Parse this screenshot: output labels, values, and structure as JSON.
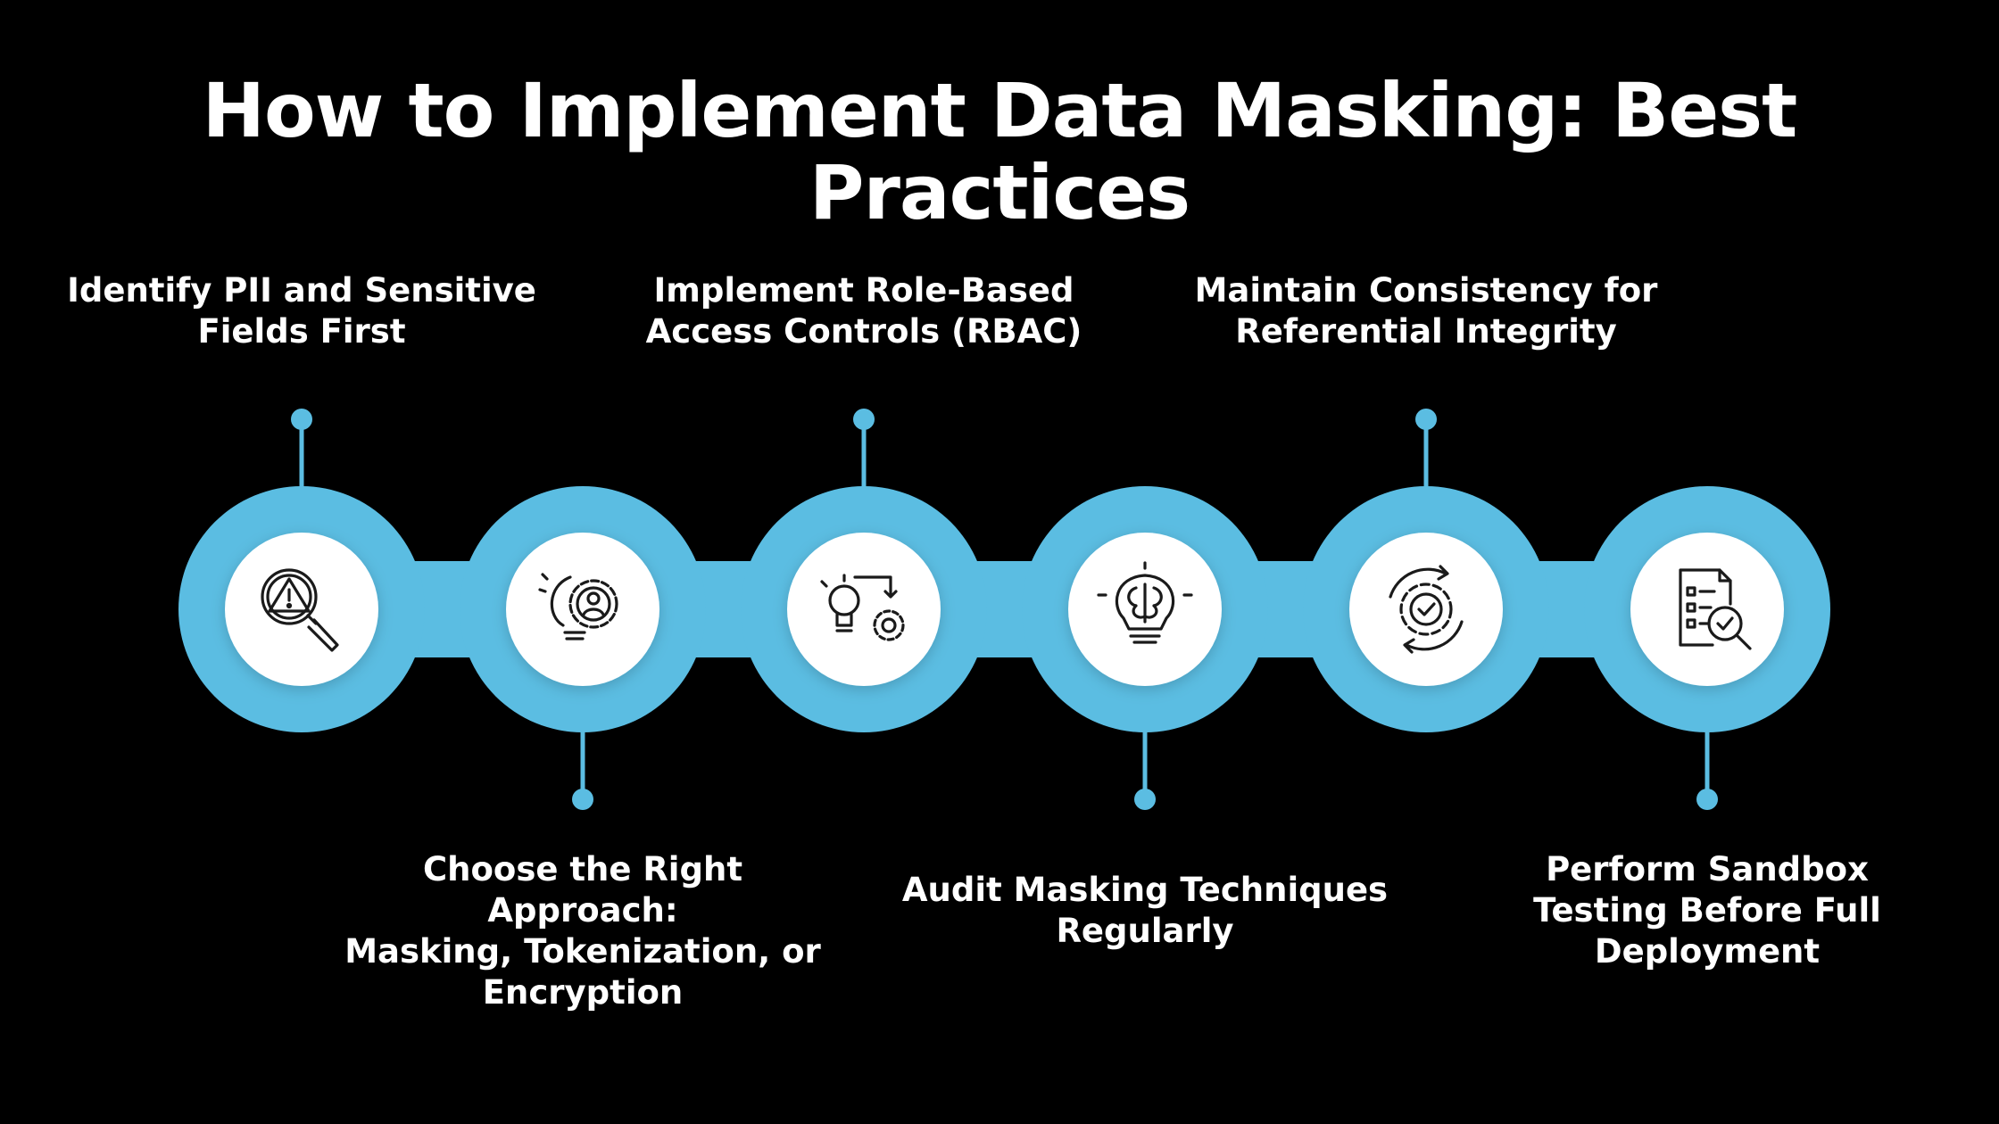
{
  "title": "How to Implement Data Masking: Best Practices",
  "colors": {
    "background": "#000000",
    "accent": "#5bbde2",
    "circle_fill": "#ffffff",
    "icon_stroke": "#1a1a1a",
    "text": "#ffffff"
  },
  "steps": [
    {
      "label": "Identify PII and Sensitive\nFields First",
      "position": "top",
      "icon": "warning-magnifier-icon"
    },
    {
      "label": "Choose the Right Approach:\nMasking, Tokenization, or\nEncryption",
      "position": "bottom",
      "icon": "lightbulb-gear-user-icon"
    },
    {
      "label": "Implement Role-Based\nAccess Controls (RBAC)",
      "position": "top",
      "icon": "idea-process-gear-icon"
    },
    {
      "label": "Audit Masking Techniques\nRegularly",
      "position": "bottom",
      "icon": "brain-lightbulb-icon"
    },
    {
      "label": "Maintain Consistency for\nReferential Integrity",
      "position": "top",
      "icon": "gear-cycle-check-icon"
    },
    {
      "label": "Perform Sandbox\nTesting Before Full\nDeployment",
      "position": "bottom",
      "icon": "document-search-check-icon"
    }
  ]
}
